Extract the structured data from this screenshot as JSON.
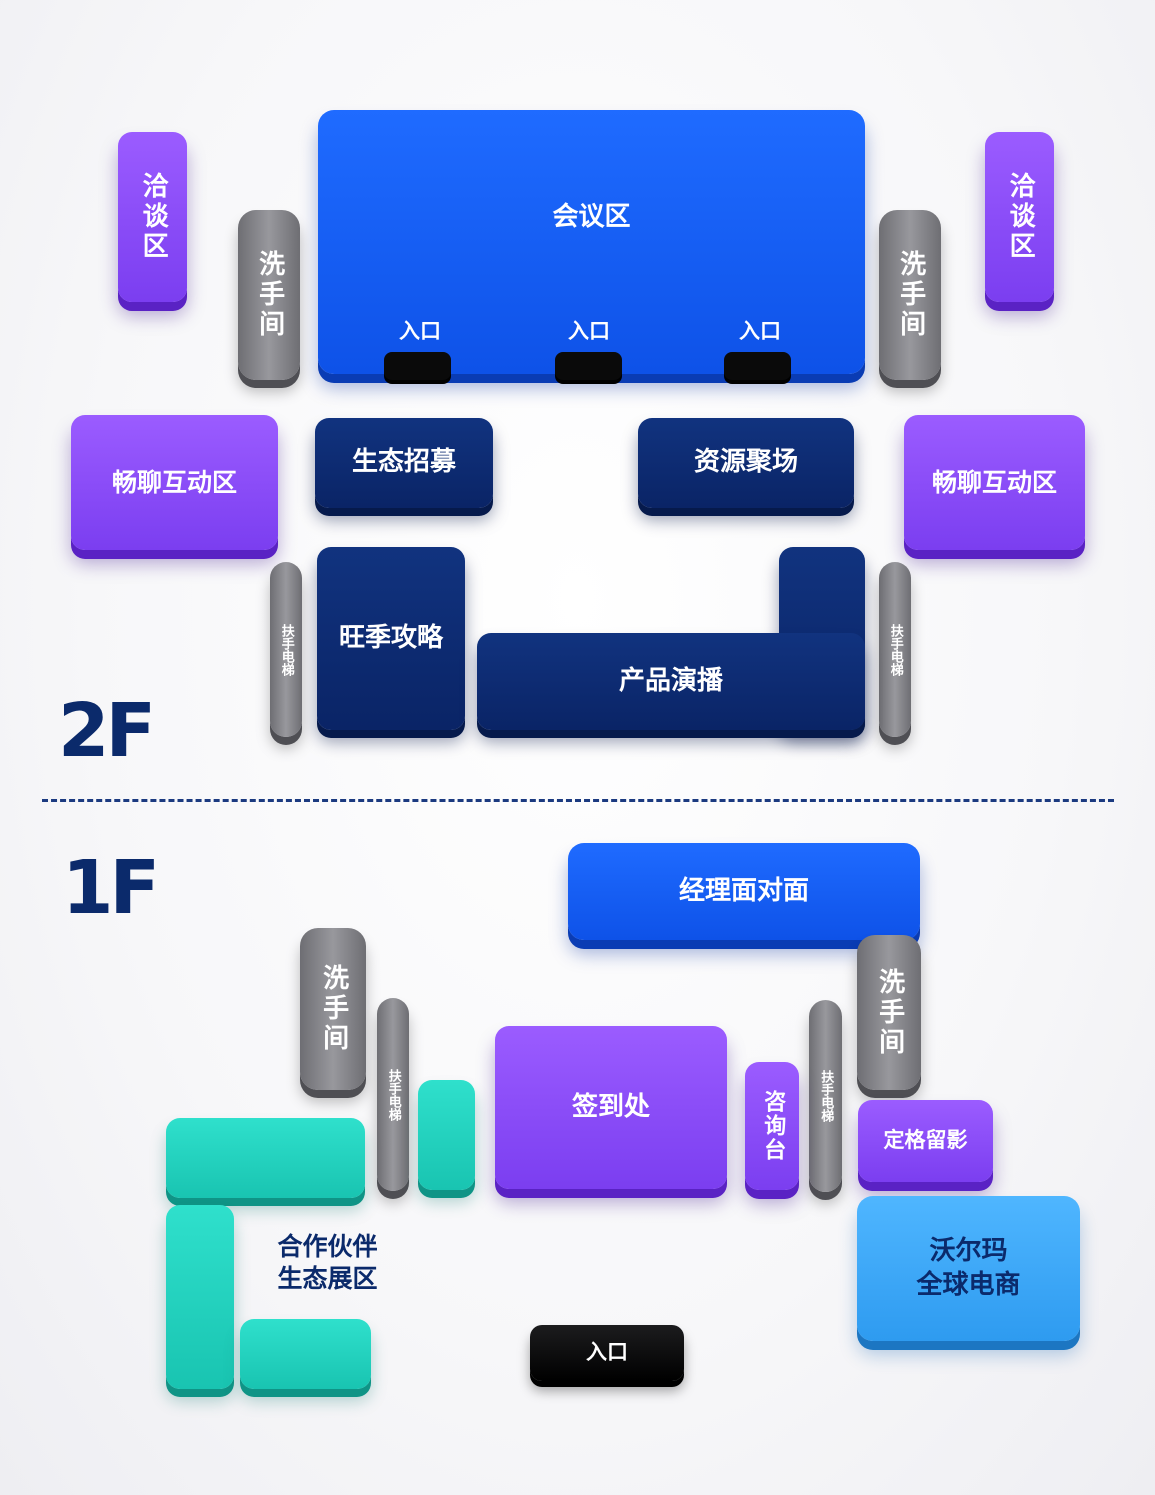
{
  "floor2": {
    "label": "2F",
    "meeting": {
      "label": "会议区",
      "entrances": [
        "入口",
        "入口",
        "入口"
      ]
    },
    "negotiation_left": "洽谈区",
    "negotiation_right": "洽谈区",
    "restroom_left": "洗手间",
    "restroom_right": "洗手间",
    "chat_left": "畅聊互动区",
    "chat_right": "畅聊互动区",
    "ecology_recruit": "生态招募",
    "resource_gather": "资源聚场",
    "escalator_left": "扶手电梯",
    "escalator_right": "扶手电梯",
    "peak_strategy": "旺季攻略",
    "product_demo": "产品演播"
  },
  "floor1": {
    "label": "1F",
    "manager_face": "经理面对面",
    "restroom_left": "洗手间",
    "restroom_right": "洗手间",
    "escalator_left": "扶手电梯",
    "escalator_right": "扶手电梯",
    "checkin": "签到处",
    "info_desk": "咨询台",
    "photo_spot": "定格留影",
    "partner_zone_line1": "合作伙伴",
    "partner_zone_line2": "生态展区",
    "walmart_line1": "沃尔玛",
    "walmart_line2": "全球电商",
    "entrance": "入口"
  },
  "colors": {
    "purple": "#8a4cf7",
    "blue": "#1860f5",
    "navy": "#0b2a6b",
    "gray": "#8a8a8f",
    "teal": "#22d3bf",
    "sky": "#3aa8f7",
    "black": "#000000"
  }
}
